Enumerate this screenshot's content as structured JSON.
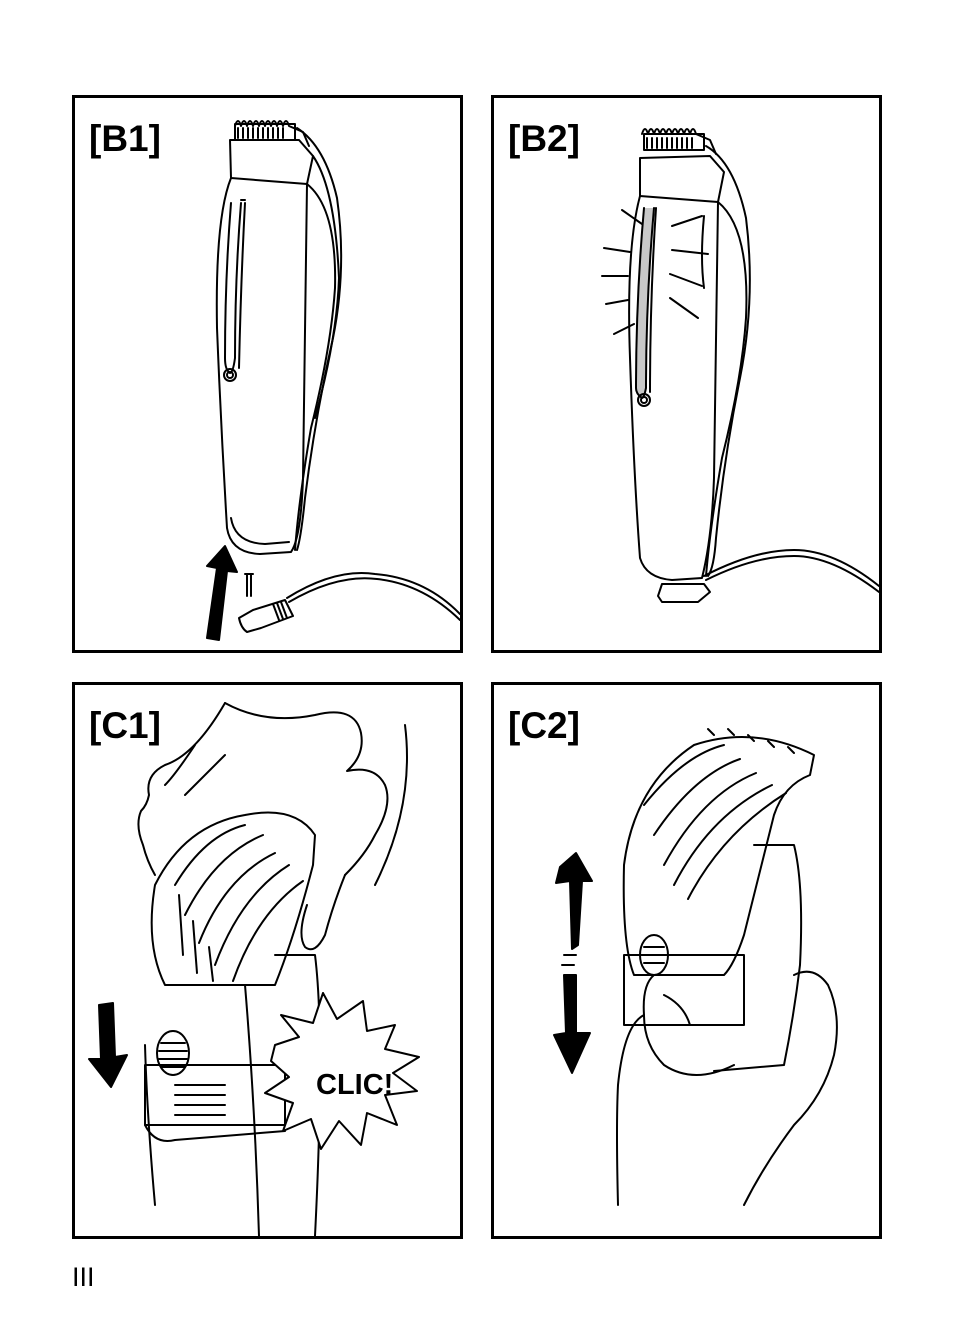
{
  "panels": [
    {
      "label": "[B1]"
    },
    {
      "label": "[B2]"
    },
    {
      "label": "[C1]",
      "callout": "CLIC!"
    },
    {
      "label": "[C2]"
    }
  ],
  "page_number": "III"
}
